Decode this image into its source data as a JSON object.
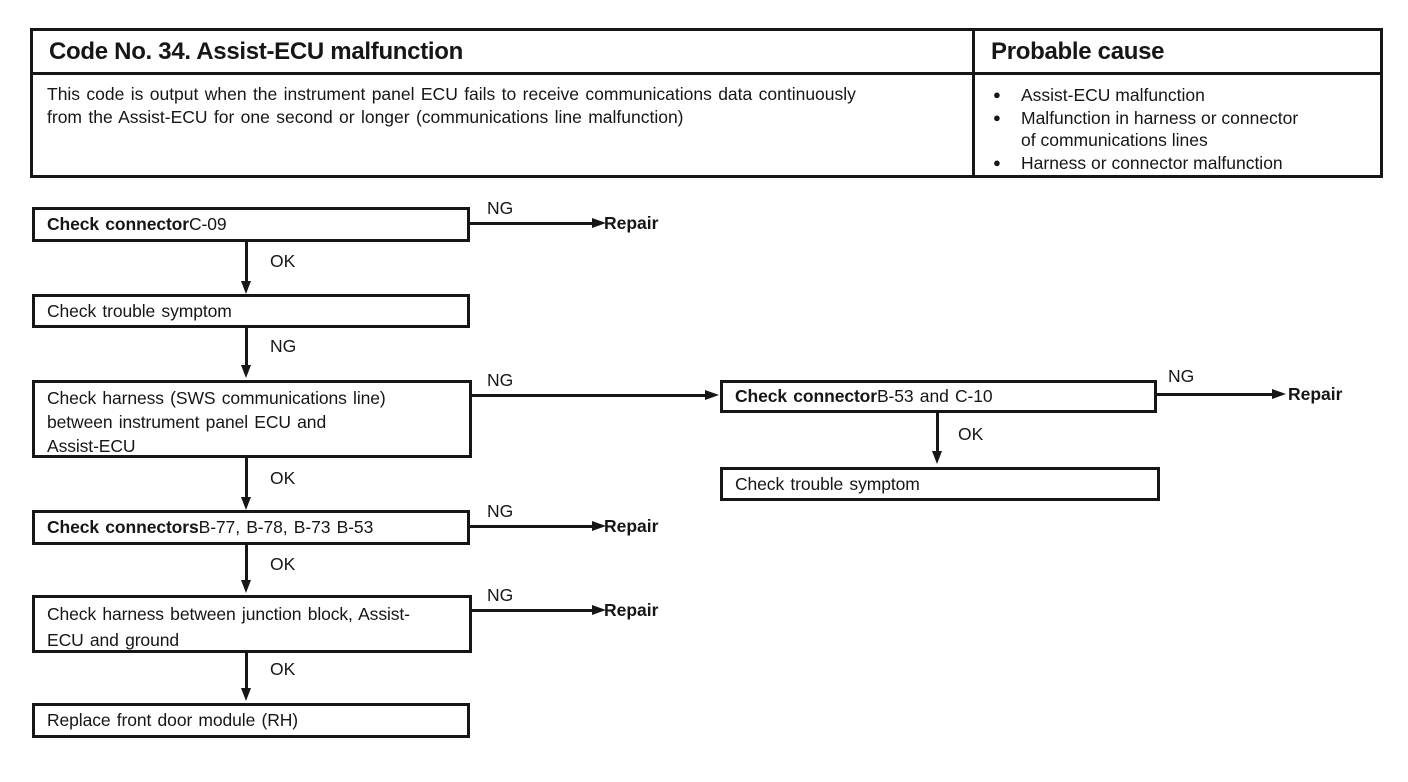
{
  "header": {
    "title": "Code No. 34. Assist-ECU malfunction",
    "probable_cause_label": "Probable cause",
    "description_lines": [
      "This code is output when the instrument panel ECU fails to receive communications data continuously",
      "from the Assist-ECU for one second or longer (communications line malfunction)"
    ],
    "bullet": "●",
    "causes": [
      {
        "lines": [
          "Assist-ECU malfunction"
        ]
      },
      {
        "lines": [
          "Malfunction in harness or connector",
          "of communications lines"
        ]
      },
      {
        "lines": [
          "Harness or connector malfunction"
        ]
      }
    ]
  },
  "labels": {
    "ng": "NG",
    "ok": "OK",
    "repair": "Repair"
  },
  "flow": {
    "check_connector_c09": {
      "prefix": "Check connector",
      "rest": " C-09"
    },
    "check_trouble_symptom_1": {
      "text": "Check trouble symptom"
    },
    "check_harness_sws": {
      "lines": [
        "Check harness (SWS communications line)",
        "between instrument panel ECU and",
        "Assist-ECU"
      ]
    },
    "check_connector_b53_c10": {
      "prefix": "Check connector",
      "rest": " B-53 and C-10"
    },
    "check_trouble_symptom_2": {
      "text": "Check trouble symptom"
    },
    "check_connectors_b77": {
      "prefix": "Check connectors",
      "rest": " B-77, B-78, B-73 B-53"
    },
    "check_harness_junction": {
      "lines": [
        "Check harness between junction block, Assist-",
        "ECU and ground"
      ]
    },
    "replace_front_door": {
      "text": "Replace front door module (RH)"
    }
  },
  "colors": {
    "ink": "#161616",
    "paper": "#ffffff"
  }
}
